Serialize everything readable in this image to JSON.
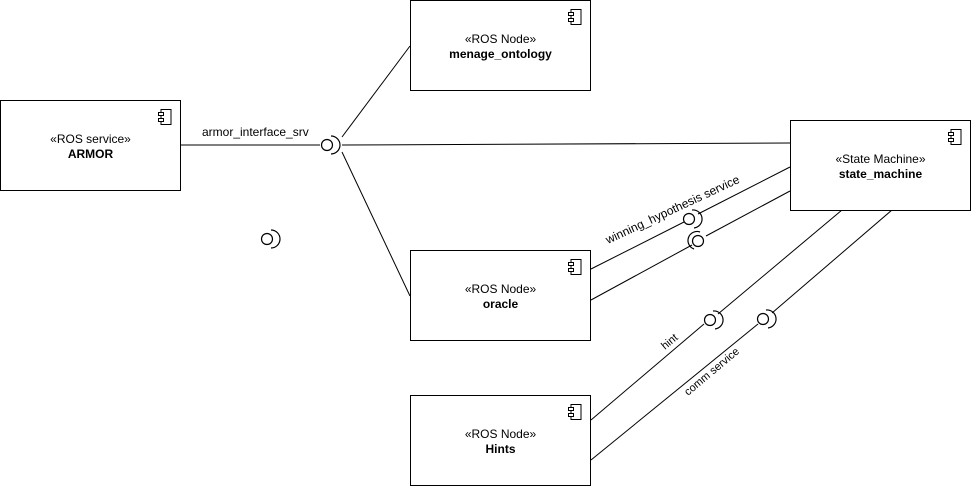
{
  "components": [
    {
      "id": "armor",
      "stereotype": "«ROS service»",
      "name": "ARMOR"
    },
    {
      "id": "menage",
      "stereotype": "«ROS Node»",
      "name": "menage_ontology"
    },
    {
      "id": "state",
      "stereotype": "«State Machine»",
      "name": "state_machine"
    },
    {
      "id": "oracle",
      "stereotype": "«ROS Node»",
      "name": "oracle"
    },
    {
      "id": "hints",
      "stereotype": "«ROS Node»",
      "name": "Hints"
    }
  ],
  "labels": {
    "armor_interface": "armor_interface_srv",
    "winning": "winning_hypothesis service",
    "hint": "hint",
    "comm": "comm service"
  },
  "colors": {
    "line": "#000000",
    "background": "#ffffff"
  }
}
